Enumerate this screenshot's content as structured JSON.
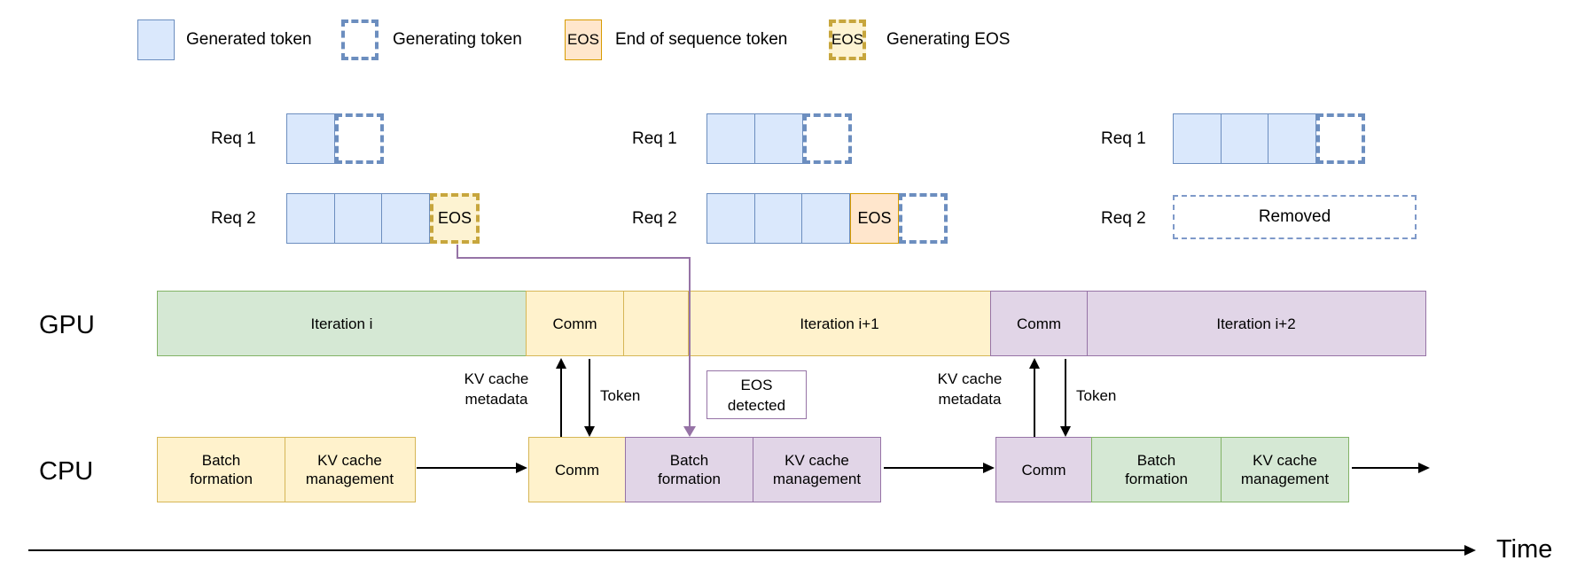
{
  "colors": {
    "blue-fill": "#dae8fc",
    "blue-stroke": "#6c8ebf",
    "green-fill": "#d5e8d4",
    "green-stroke": "#82b366",
    "yellow-fill": "#fff2cc",
    "yellow-stroke": "#d6b656",
    "orange-fill": "#ffe6cc",
    "orange-stroke": "#d79b00",
    "purple-fill": "#e1d5e7",
    "purple-stroke": "#9673a6",
    "eosgen-fill": "#fdf3d2",
    "eosgen-stroke": "#c7a63d",
    "arrow": "#000000"
  },
  "legend": {
    "items": [
      {
        "label": "Generated token",
        "box_text": ""
      },
      {
        "label": "Generating token",
        "box_text": ""
      },
      {
        "label": "End of sequence token",
        "box_text": "EOS"
      },
      {
        "label": "Generating EOS",
        "box_text": "EOS"
      }
    ]
  },
  "requests": {
    "groups": [
      {
        "req1_label": "Req 1",
        "req2_label": "Req 2",
        "eos_box_text": "EOS"
      },
      {
        "req1_label": "Req 1",
        "req2_label": "Req 2",
        "eos_box_text": "EOS"
      },
      {
        "req1_label": "Req 1",
        "req2_label": "Req 2",
        "removed_text": "Removed"
      }
    ]
  },
  "gpu": {
    "label": "GPU",
    "segments": [
      {
        "label": "Iteration i"
      },
      {
        "label": "Comm"
      },
      {
        "label": ""
      },
      {
        "label": "Iteration i+1"
      },
      {
        "label": "Comm"
      },
      {
        "label": "Iteration i+2"
      }
    ]
  },
  "cpu": {
    "label": "CPU",
    "groups": [
      {
        "cells": [
          {
            "label": "Batch formation"
          },
          {
            "label": "KV cache management"
          }
        ]
      },
      {
        "cells": [
          {
            "label": "Comm"
          },
          {
            "label": "Batch formation"
          },
          {
            "label": "KV cache management"
          }
        ]
      },
      {
        "cells": [
          {
            "label": "Comm"
          },
          {
            "label": "Batch formation"
          },
          {
            "label": "KV cache management"
          }
        ]
      }
    ]
  },
  "annotations": {
    "kv_cache_metadata_1": "KV cache metadata",
    "token_1": "Token",
    "kv_cache_metadata_2": "KV cache metadata",
    "token_2": "Token",
    "eos_detected": "EOS detected",
    "time_label": "Time"
  }
}
